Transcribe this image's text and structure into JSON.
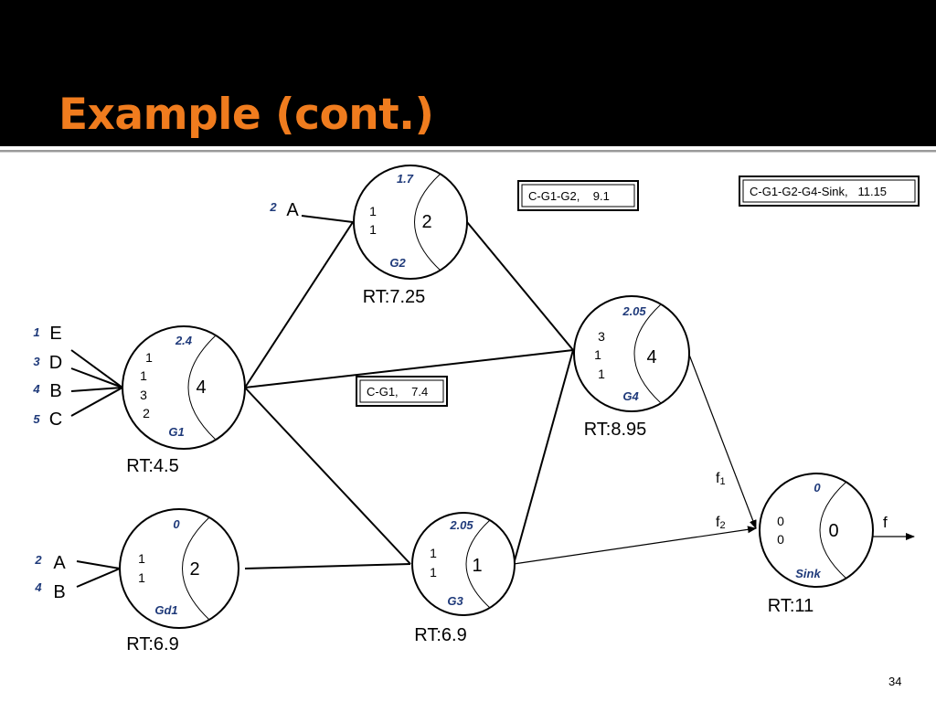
{
  "slide": {
    "title": "Example (cont.)",
    "page_number": "34"
  },
  "nodes": [
    {
      "id": "G2",
      "top": "1.7",
      "label": "G2",
      "value": "2",
      "list": [
        "1",
        "1"
      ],
      "rt": "RT:7.25"
    },
    {
      "id": "G1",
      "top": "2.4",
      "label": "G1",
      "value": "4",
      "list": [
        "1",
        "1",
        "3",
        "2"
      ],
      "rt": "RT:4.5"
    },
    {
      "id": "G4",
      "top": "2.05",
      "label": "G4",
      "value": "4",
      "list": [
        "3",
        "1",
        "1"
      ],
      "rt": "RT:8.95"
    },
    {
      "id": "Gd1",
      "top": "0",
      "label": "Gd1",
      "value": "2",
      "list": [
        "1",
        "1"
      ],
      "rt": "RT:6.9"
    },
    {
      "id": "G3",
      "top": "2.05",
      "label": "G3",
      "value": "1",
      "list": [
        "1",
        "1"
      ],
      "rt": "RT:6.9"
    },
    {
      "id": "Sink",
      "top": "0",
      "label": "Sink",
      "value": "0",
      "list": [
        "0",
        "0"
      ],
      "rt": "RT:11"
    }
  ],
  "inputs": {
    "g2": [
      {
        "num": "2",
        "letter": "A"
      }
    ],
    "g1": [
      {
        "num": "1",
        "letter": "E"
      },
      {
        "num": "3",
        "letter": "D"
      },
      {
        "num": "4",
        "letter": "B"
      },
      {
        "num": "5",
        "letter": "C"
      }
    ],
    "gd1": [
      {
        "num": "2",
        "letter": "A"
      },
      {
        "num": "4",
        "letter": "B"
      }
    ]
  },
  "boxes": {
    "g1g2": "C-G1-G2,    9.1",
    "g1": "C-G1,    7.4",
    "sink": "C-G1-G2-G4-Sink,   11.15"
  },
  "flows": {
    "f1": "f",
    "f1_sub": "1",
    "f2": "f",
    "f2_sub": "2",
    "out": "f"
  }
}
